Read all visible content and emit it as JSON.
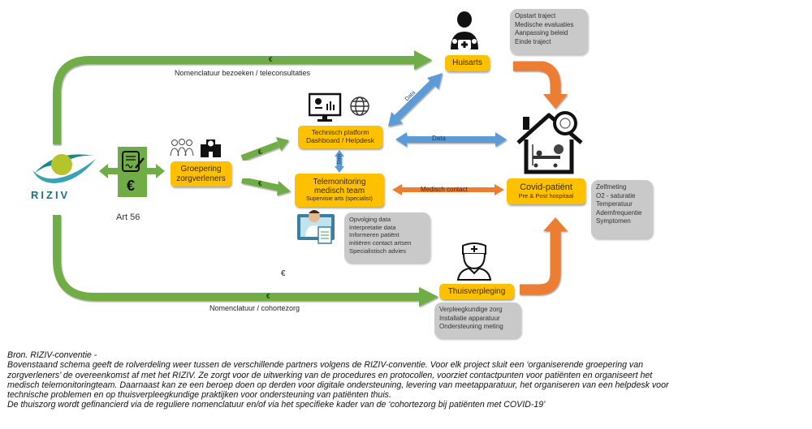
{
  "diagram": {
    "logo": {
      "text": "RIZIV",
      "icon": "riziv-eye-logo"
    },
    "art56": {
      "label": "Art 56",
      "icon": "signed-contract-euro-icon"
    },
    "groepering": {
      "lines": [
        "Groepering",
        "zorgverleners"
      ],
      "icons": [
        "care-team-icon",
        "hospital-icon"
      ]
    },
    "platform": {
      "lines": [
        "Technisch  platform",
        "Dashboard / Helpdesk"
      ],
      "icons": [
        "dashboard-monitor-icon",
        "globe-icon"
      ]
    },
    "telemonitoring": {
      "lines": [
        "Telemonitoring",
        "medisch team",
        "Supervisie arts (specialist)"
      ],
      "icon": "doctor-monitor-icon"
    },
    "huisarts": {
      "label": "Huisarts",
      "icon": "doctor-icon"
    },
    "patient": {
      "lines": [
        "Covid-patiënt",
        "Pre & Post hospitaal"
      ],
      "icon": "home-patient-icon"
    },
    "thuisverpleging": {
      "label": "Thuisverpleging",
      "icon": "nurse-icon"
    },
    "huisarts_tasks": [
      "Opstart traject",
      "Medische evaluaties",
      "Aanpassing beleid",
      "Einde traject"
    ],
    "patient_tasks": [
      "Zelfmeting",
      "O2 - saturatie",
      "Temperatuur",
      "Ademfrequentie",
      "Symptomen"
    ],
    "team_tasks": [
      "Opvolging data",
      "Interpretatie data",
      "Informeren patiënt",
      "initiëren contact artsen",
      "Specialistisch advies"
    ],
    "nurse_tasks": [
      "Verpleegkundige zorg",
      "Installatie apparatuur",
      "Ondersteuning meting"
    ],
    "flows": {
      "top_label": "Nomenclatuur bezoeken / teleconsultaties",
      "bottom_label": "Nomenclatuur / cohortezorg",
      "euro": "€",
      "data": "Data",
      "medisch_contact": "Medisch contact"
    },
    "colors": {
      "box": "#ffc000",
      "green": "#70ad47",
      "blue": "#5b9bd5",
      "orange": "#ed7d31",
      "grey": "#c9c9c9"
    }
  },
  "caption": {
    "lines": [
      "Bron. RIZIV-conventie -",
      "Bovenstaand schema geeft de rolverdeling weer tussen de verschillende partners volgens de RIZIV-conventie. Voor elk project sluit een ‘organiserende groepering van",
      "zorgverleners’ de overeenkomst af met het RIZIV. Ze zorgt voor de uitwerking van de procedures en protocollen, voorziet contactpunten voor patiënten en organiseert het",
      "medisch telemonitoringteam. Daarnaast kan ze een beroep doen op derden voor digitale ondersteuning, levering van meetapparatuur, het organiseren van een helpdesk voor",
      "technische problemen en op thuisverpleegkundige praktijken voor ondersteuning van patiënten thuis.",
      "De thuiszorg wordt gefinancierd via de reguliere nomenclatuur en/of via het specifieke kader van de ‘cohortezorg bij patiënten met COVID-19’"
    ]
  }
}
